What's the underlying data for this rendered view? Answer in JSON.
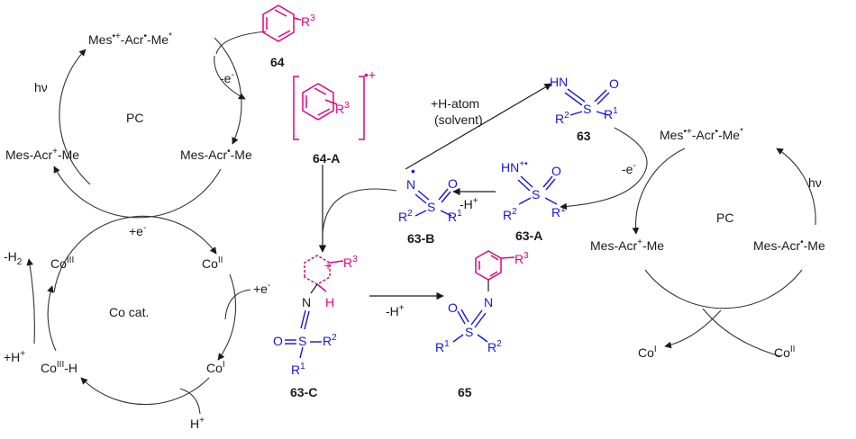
{
  "colors": {
    "text": "#1a1a1a",
    "arene": "#e6007e",
    "sulfoximine": "#1414e6"
  },
  "left_pc_cycle": {
    "top": {
      "base": "Mes",
      "sup1": "•+",
      "mid1": "-Acr",
      "sup2": "•",
      "mid2": "-Me",
      "sup3": "*"
    },
    "left_species": {
      "base": "Mes-Acr",
      "sup": "+",
      "tail": "-Me"
    },
    "right_species": {
      "base": "Mes-Acr",
      "sup": "•",
      "tail": "-Me"
    },
    "center": "PC",
    "hv": "hν",
    "minus_e": "-e",
    "minus_e_sup": "-",
    "plus_e": "+e",
    "plus_e_sup": "-"
  },
  "co_cycle": {
    "center": "Co cat.",
    "co3": {
      "base": "Co",
      "sup": "III"
    },
    "co2": {
      "base": "Co",
      "sup": "II"
    },
    "co1": {
      "base": "Co",
      "sup": "I"
    },
    "co3h": {
      "base": "Co",
      "sup": "III",
      "tail": "-H"
    },
    "h2": {
      "base": "-H",
      "sub": "2"
    },
    "hplus_in": {
      "base": "+H",
      "sup": "+"
    },
    "hplus_bottom": {
      "base": "H",
      "sup": "+"
    },
    "plus_e": {
      "base": "+e",
      "sup": "-"
    }
  },
  "compounds": {
    "c64": {
      "label": "64",
      "r": "R",
      "r_sup": "3"
    },
    "c64A": {
      "label": "64-A",
      "r": "R",
      "r_sup": "3",
      "charge": "•+"
    },
    "c63": {
      "label": "63",
      "atoms": [
        "HN",
        "S",
        "O",
        "R",
        "2",
        "R",
        "1"
      ]
    },
    "c63A": {
      "label": "63-A",
      "atoms": [
        "HN",
        "+•",
        "S",
        "O",
        "R",
        "2",
        "R",
        "1"
      ]
    },
    "c63B": {
      "label": "63-B",
      "atoms": [
        "N",
        "•",
        "S",
        "O",
        "R",
        "2",
        "R",
        "1"
      ]
    },
    "c63C": {
      "label": "63-C",
      "atoms": [
        "R",
        "3",
        "+",
        "H",
        "N",
        "O",
        "S",
        "R",
        "2",
        "R",
        "1"
      ]
    },
    "c65": {
      "label": "65",
      "atoms": [
        "R",
        "3",
        "N",
        "O",
        "S",
        "R",
        "1",
        "R",
        "2"
      ]
    }
  },
  "arrows": {
    "h_atom_line1": {
      "base": "+H-atom"
    },
    "h_atom_line2": "(solvent)",
    "deprot_63A": {
      "base": "-H",
      "sup": "+"
    },
    "deprot_63C": {
      "base": "-H",
      "sup": "+"
    },
    "minus_e_right": {
      "base": "-e",
      "sup": "-"
    }
  },
  "right_pc_cycle": {
    "top": {
      "base": "Mes",
      "sup1": "•+",
      "mid1": "-Acr",
      "sup2": "•",
      "mid2": "-Me",
      "sup3": "*"
    },
    "left_species": {
      "base": "Mes-Acr",
      "sup": "+",
      "tail": "-Me"
    },
    "right_species": {
      "base": "Mes-Acr",
      "sup": "•",
      "tail": "-Me"
    },
    "center": "PC",
    "hv": "hν",
    "co1": {
      "base": "Co",
      "sup": "I"
    },
    "co2": {
      "base": "Co",
      "sup": "II"
    }
  }
}
